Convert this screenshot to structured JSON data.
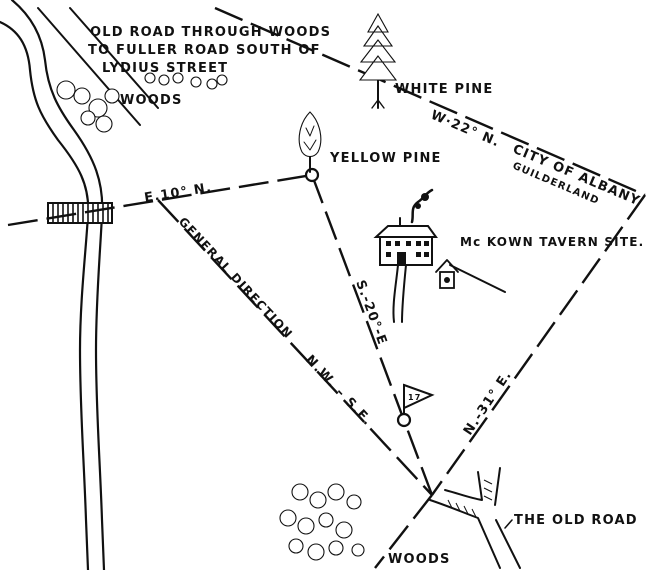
{
  "map": {
    "labels": {
      "old_road_line1": "OLD ROAD THROUGH WOODS",
      "old_road_line2": "TO FULLER ROAD SOUTH OF",
      "old_road_line3": "LYDIUS STREET",
      "woods_top": "WOODS",
      "white_pine": "WHITE PINE",
      "yellow_pine": "YELLOW PINE",
      "bearing_nw_line": "W·22° N.",
      "city_of_albany": "CITY OF ALBANY",
      "guilderland": "GUILDERLAND",
      "bearing_e10n": "E.10° N.",
      "mckown_tavern": "Mc KOWN TAVERN SITE.",
      "general_direction": "GENERAL DIRECTION",
      "nw_se": "N.W. – S.E.",
      "bearing_s20e": "S.-20°-E",
      "bearing_n31e": "N.-31° E.",
      "marker_number": "17",
      "the_old_road": "THE OLD ROAD",
      "woods_bottom": "WOODS"
    }
  }
}
